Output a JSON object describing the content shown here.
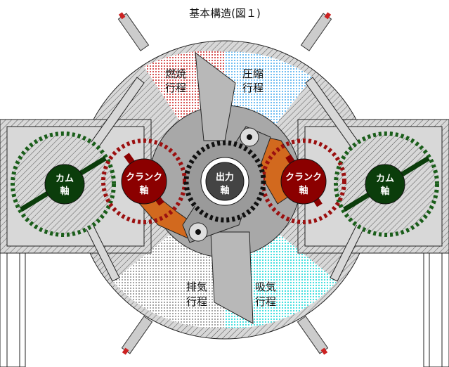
{
  "title": "基本構造(図１)",
  "strokes": {
    "combustion": {
      "line1": "燃焼",
      "line2": "行程",
      "color": "#cc2222"
    },
    "compression": {
      "line1": "圧縮",
      "line2": "行程",
      "color": "#44aaee"
    },
    "exhaust": {
      "line1": "排気",
      "line2": "行程",
      "color": "#888888"
    },
    "intake": {
      "line1": "吸気",
      "line2": "行程",
      "color": "#33dddd"
    }
  },
  "shafts": {
    "cam_left": {
      "line1": "カム",
      "line2": "軸",
      "color": "#0b3d0b"
    },
    "crank_left": {
      "line1": "クランク",
      "line2": "軸",
      "color": "#8b0000"
    },
    "output": {
      "line1": "出力",
      "line2": "軸",
      "color": "#444444"
    },
    "crank_right": {
      "line1": "クランク",
      "line2": "軸",
      "color": "#8b0000"
    },
    "cam_right": {
      "line1": "カム",
      "line2": "軸",
      "color": "#0b3d0b"
    }
  },
  "colors": {
    "housing": "#d8d8d8",
    "rotor": "#a8a8a8",
    "linkage": "#d2691e",
    "gear_cam": "#1a5e1a",
    "gear_crank": "#9b1010",
    "gear_output": "#111111"
  }
}
